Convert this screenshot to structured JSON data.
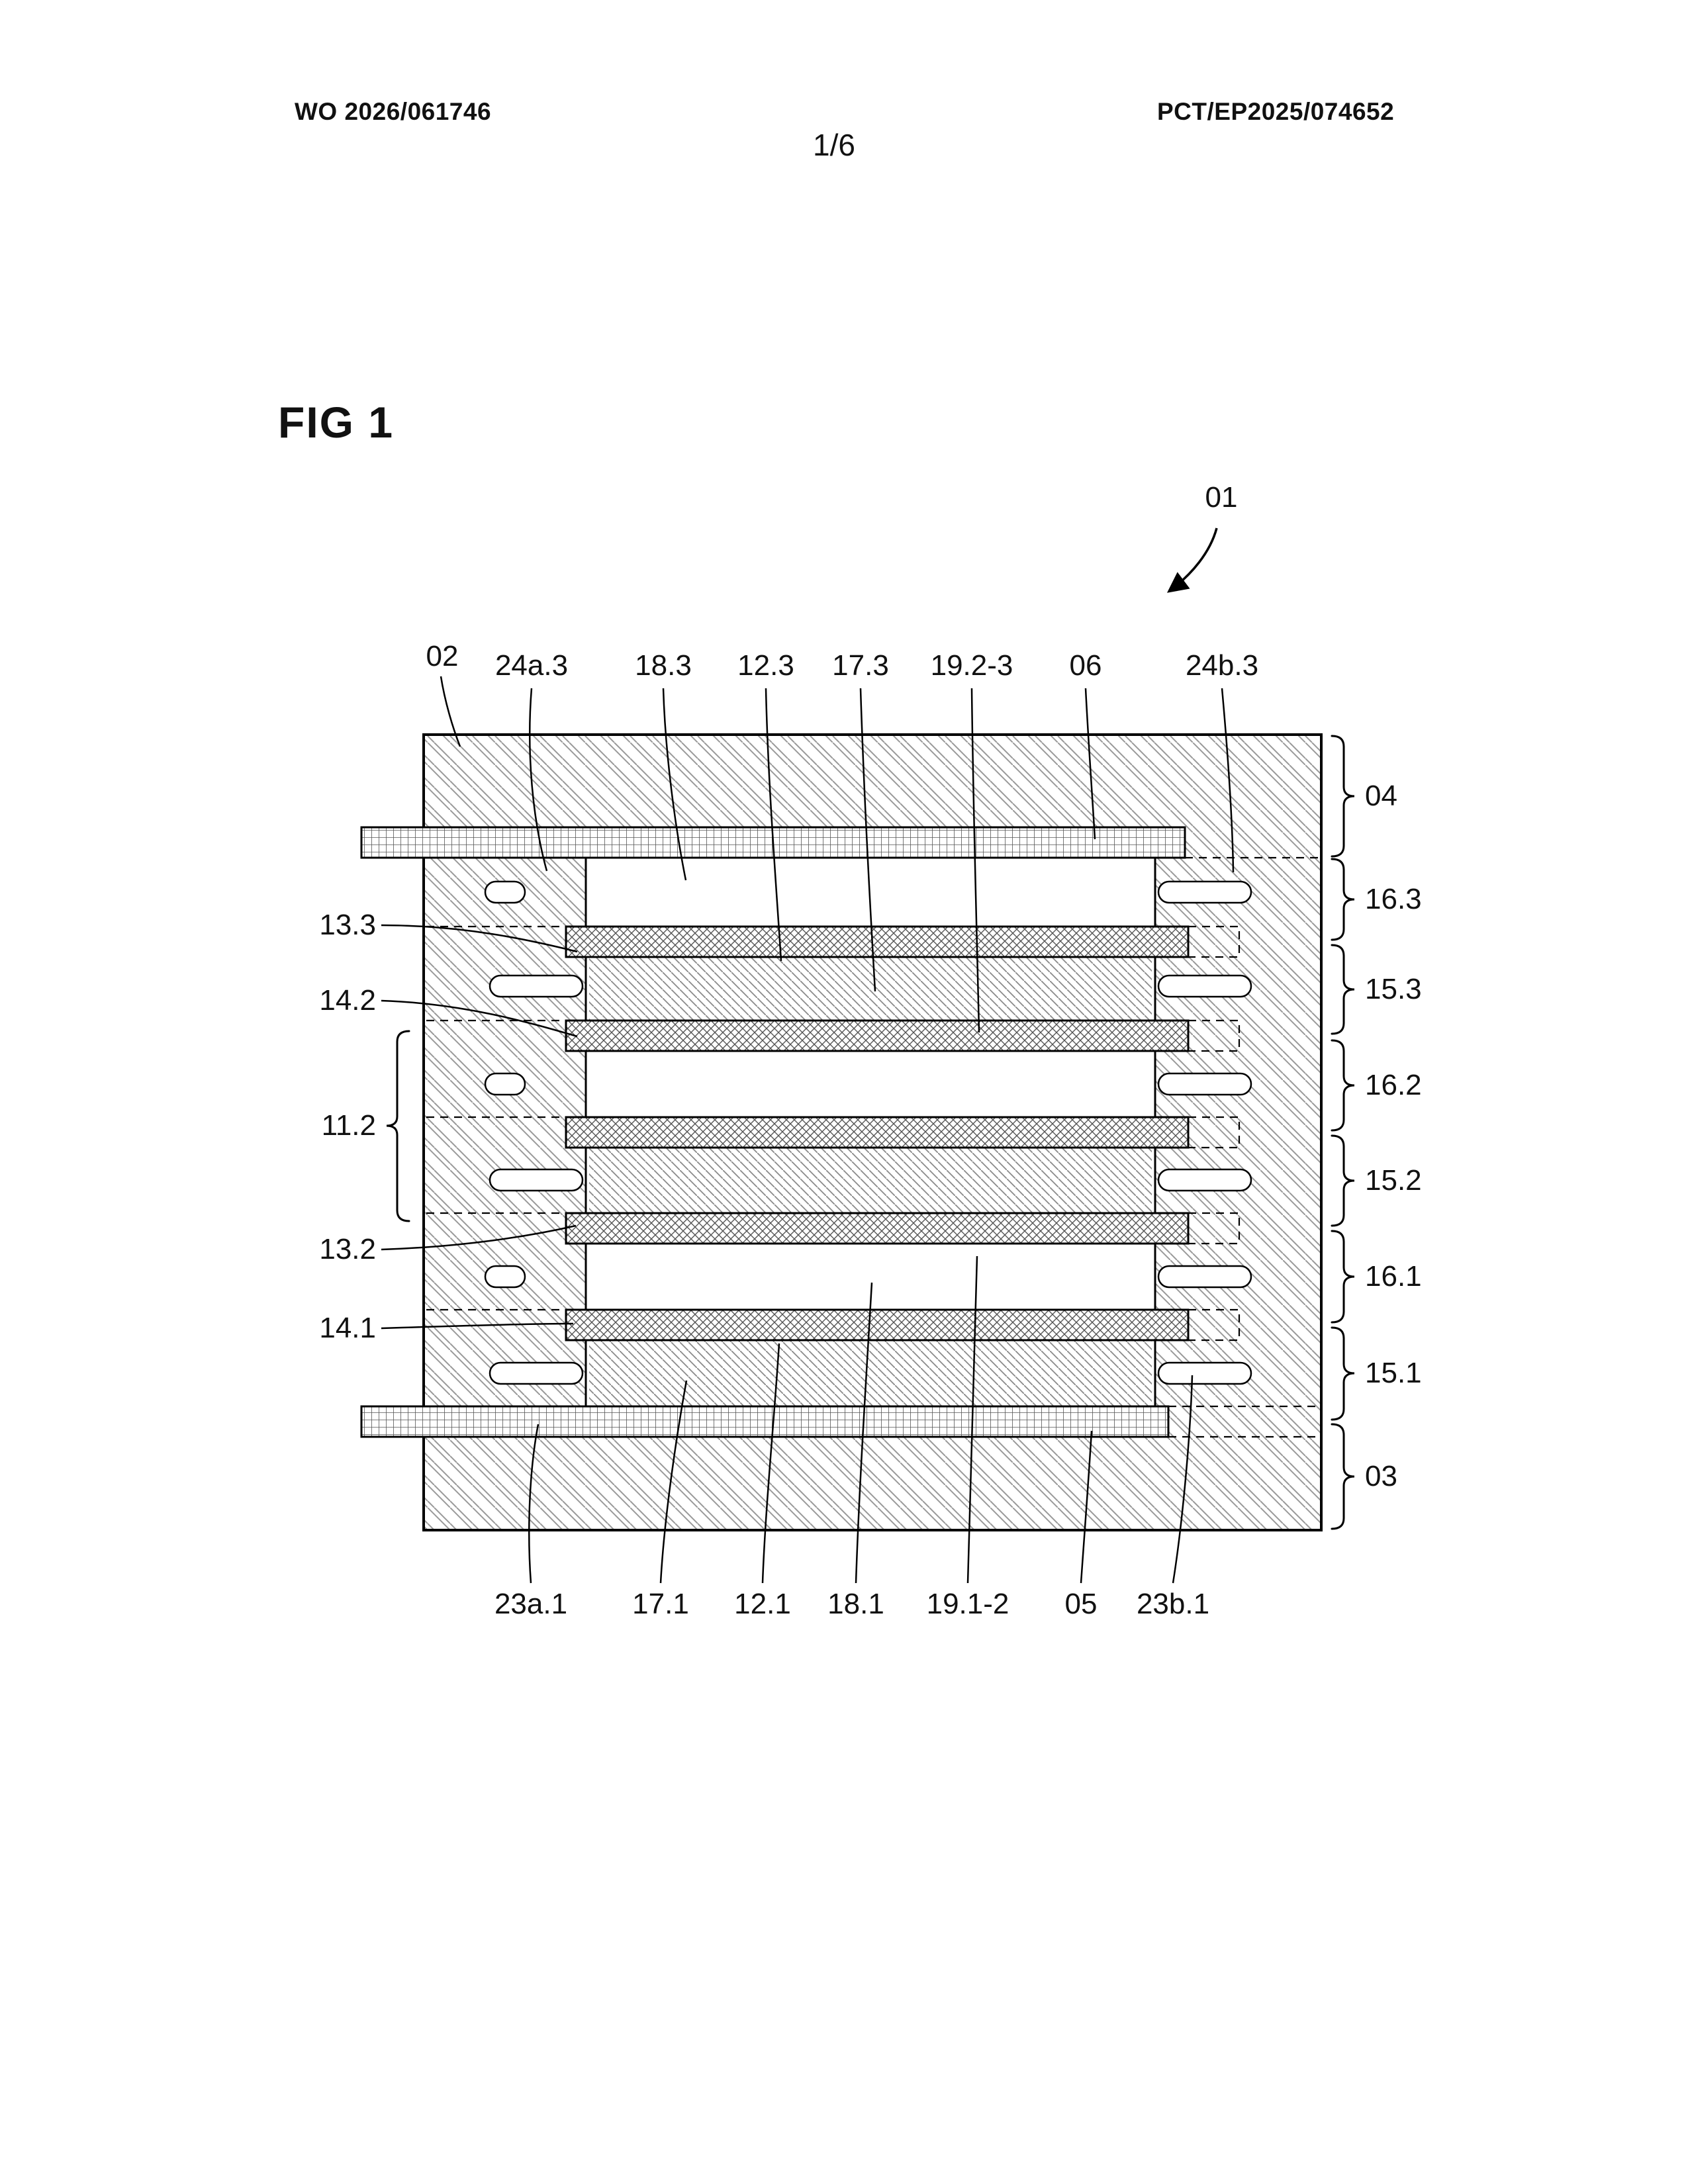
{
  "page": {
    "doc_number": "WO 2026/061746",
    "pct_number": "PCT/EP2025/074652",
    "sheet": "1/6"
  },
  "figure": {
    "title": "FIG 1",
    "pointer_label": "01",
    "top_labels": [
      "02",
      "24a.3",
      "18.3",
      "12.3",
      "17.3",
      "19.2-3",
      "06",
      "24b.3"
    ],
    "left_labels": [
      "13.3",
      "14.2",
      "11.2",
      "13.2",
      "14.1"
    ],
    "right_labels": [
      "04",
      "16.3",
      "15.3",
      "16.2",
      "15.2",
      "16.1",
      "15.1",
      "03"
    ],
    "bottom_labels": [
      "23a.1",
      "17.1",
      "12.1",
      "18.1",
      "19.1-2",
      "05",
      "23b.1"
    ]
  }
}
